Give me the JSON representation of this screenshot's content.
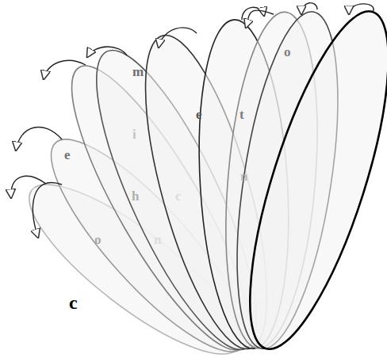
{
  "diagram": {
    "labels": [
      "m",
      "o",
      "e",
      "t",
      "i",
      "e",
      "n",
      "h",
      "c",
      "o",
      "n",
      "c"
    ]
  }
}
